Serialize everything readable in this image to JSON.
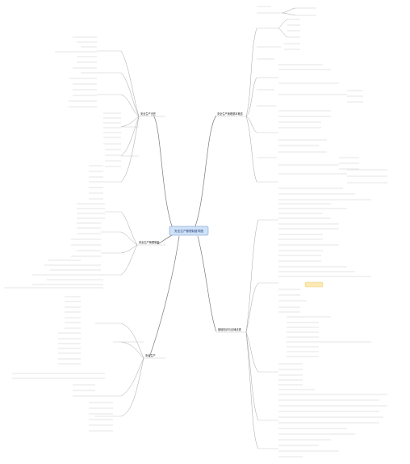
{
  "root": {
    "label": "安全生产管理制度导图",
    "color": "#cfe2f7",
    "border": "#6f95c8"
  },
  "highlight_color": "#fde9b3",
  "branches": {
    "top_right": "安全生产管理基本概念",
    "left_upper": "安全生产责任",
    "left_middle": "安全生产管理制度",
    "left_lower": "安全生产",
    "right_lower": "基础知识与法律法规"
  },
  "note": "Small leaf labels in the original mind map are illegible at this resolution and are rendered as unlabeled text lines."
}
